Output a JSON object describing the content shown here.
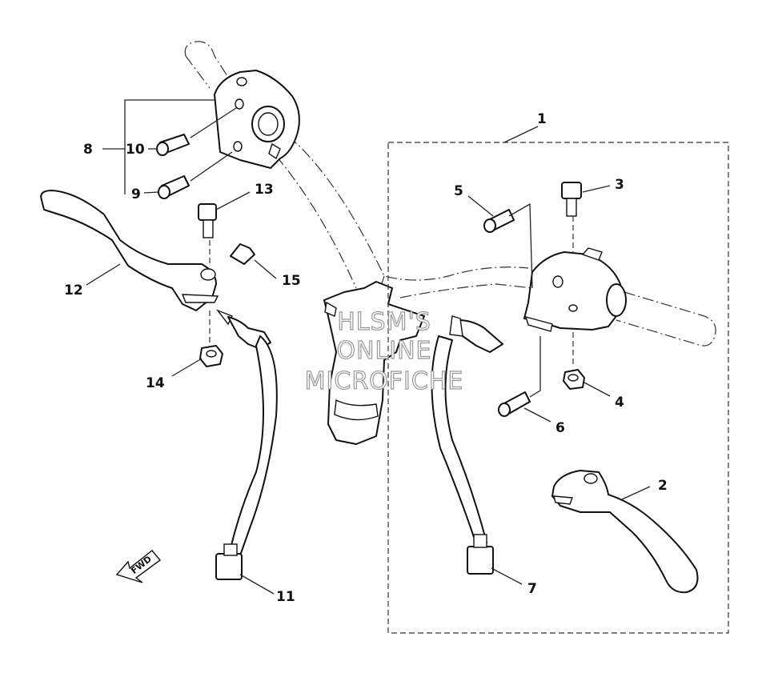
{
  "labels": {
    "l1": "1",
    "l2": "2",
    "l3": "3",
    "l4": "4",
    "l5": "5",
    "l6": "6",
    "l7": "7",
    "l8": "8",
    "l9": "9",
    "l10": "10",
    "l11": "11",
    "l12": "12",
    "l13": "13",
    "l14": "14",
    "l15": "15"
  },
  "watermark": {
    "line1": "HLSM'S",
    "line2": "ONLINE",
    "line3": "MICROFICHE"
  },
  "forward_arrow": {
    "text": "FWD"
  }
}
